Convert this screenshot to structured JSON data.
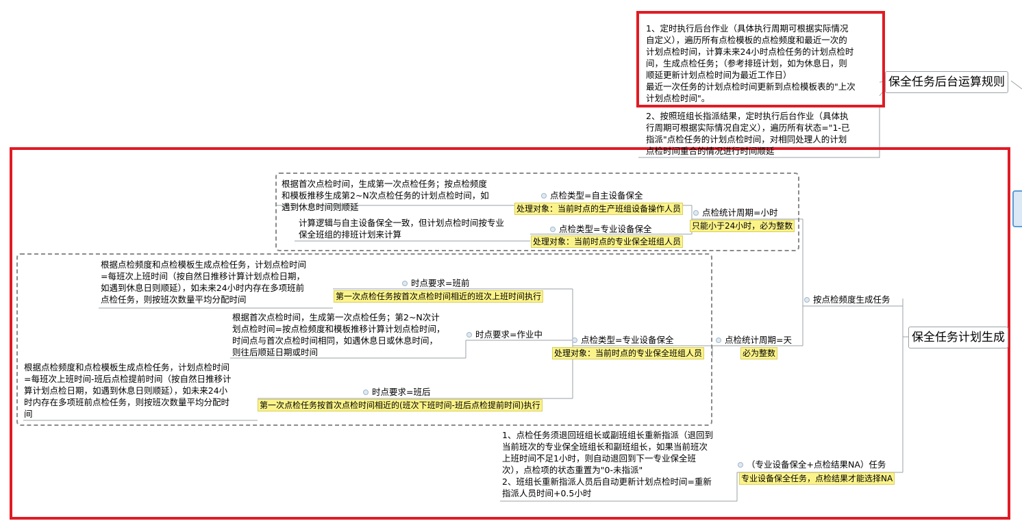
{
  "topics": {
    "backend_rule": "保全任务后台运算规则",
    "plan_gen": "保全任务计划生成"
  },
  "backend": {
    "t1": "1、定时执行后台作业（具体执行周期可根据实际情况\n自定义），遍历所有点检模板的点检频度和最近一次的\n计划点检时间，计算未来24小时点检任务的计划点检时\n间，生成点检任务；（参考排班计划，如为休息日，则\n顺延更新计划点检时间为最近工作日）\n最近一次任务的计划点检时间更新到点检模板表的\"上次\n 计划点检时间\"。",
    "t2": "2、按照班组长指派结果，定时执行后台作业（具体执\n行周期可根据实际情况自定义），遍历所有状态=\"1-已\n指派\"点检任务的计划点检时间，对相同处理人的计划\n点检时间重合的情况进行时间顺延"
  },
  "freq_branch": {
    "label": "按点检频度生成任务"
  },
  "hour": {
    "label": "点检统计周期=小时",
    "note": "只能小于24小时，必为整数",
    "self": {
      "label": "点检类型=自主设备保全",
      "note": "处理对象：当前时点的生产班组设备操作人员",
      "desc": "根据首次点检时间，生成第一次点检任务；按点检频度\n和模板推移生成第2~N次点检任务的计划点检时间，如\n遇到休息时间则顺延"
    },
    "pro": {
      "label": "点检类型=专业设备保全",
      "note": "处理对象：当前时点的专业保全班组人员",
      "desc": "计算逻辑与自主设备保全一致，但计划点检时间按专业\n保全班组的排班计划来计算"
    }
  },
  "day": {
    "label": "点检统计周期=天",
    "note": "必为整数",
    "pro": {
      "label": "点检类型=专业设备保全",
      "note": "处理对象：当前时点的专业保全班组人员"
    },
    "before": {
      "label": "时点要求=班前",
      "note": "第一次点检任务按首次点检时间相近的班次上班时间执行",
      "desc": "根据点检频度和点检模板生成点检任务，计划点检时间\n=每班次上班时间（按自然日推移计算计划点检日期，\n如遇到休息日则顺延），如未来24小时内存在多项班前\n点检任务，则按班次数量平均分配时间"
    },
    "during": {
      "label": "时点要求=作业中",
      "desc": "根据首次点检时间，生成第一次点检任务；第2~N次计\n划点检时间=按点检频度和模板推移计算计划点检时间，\n时间点与首次点检时间相同，如遇休息日或休息时间，\n则往后顺延日期或时间"
    },
    "after": {
      "label": "时点要求=班后",
      "note": "第一次点检任务按首次点检时间相近的(班次下班时间-班后点检提前时间)执行",
      "desc": "根据点检频度和点检模板生成点检任务，计划点检时间\n=每班次上班时间-班后点检提前时间（按自然日推移计\n算计划点检日期，如遇到休息日则顺延），如未来24小\n时内存在多项班前点检任务，则按班次数量平均分配时\n间"
    }
  },
  "na": {
    "label": "（专业设备保全+点检结果NA）任务",
    "note": "专业设备保全任务，点检结果才能选择NA",
    "desc": "1、点检任务须退回班组长或副班组长重新指派（退回到\n当前班次的专业保全班组长和副班组长，如果当前班次\n上班时间不足1小时，则自动退回到下一专业保全班\n次），点检项的状态重置为\"0-未指派\"\n2、班组长重新指派人员后自动更新计划点检时间=重新\n指派人员时间+0.5小时"
  },
  "colors": {
    "highlight_border": "#e01b24",
    "note_bg": "#fbf38a",
    "line": "#9aa0a6"
  }
}
